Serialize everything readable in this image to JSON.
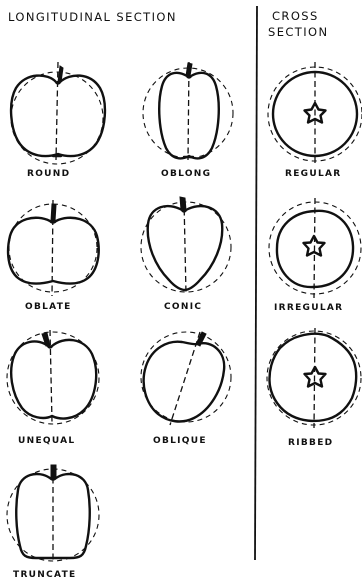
{
  "headers": {
    "longitudinal": "LONGITUDINAL  SECTION",
    "cross_line1": "CROSS",
    "cross_line2": "SECTION"
  },
  "shapes": {
    "round": "ROUND",
    "oblong": "OBLONG",
    "oblate": "OBLATE",
    "conic": "CONIC",
    "unequal": "UNEQUAL",
    "oblique": "OBLIQUE",
    "truncate": "TRUNCATE",
    "regular": "REGULAR",
    "irregular": "IRREGULAR",
    "ribbed": "RIBBED"
  },
  "colors": {
    "ink": "#111111",
    "background": "#ffffff"
  }
}
